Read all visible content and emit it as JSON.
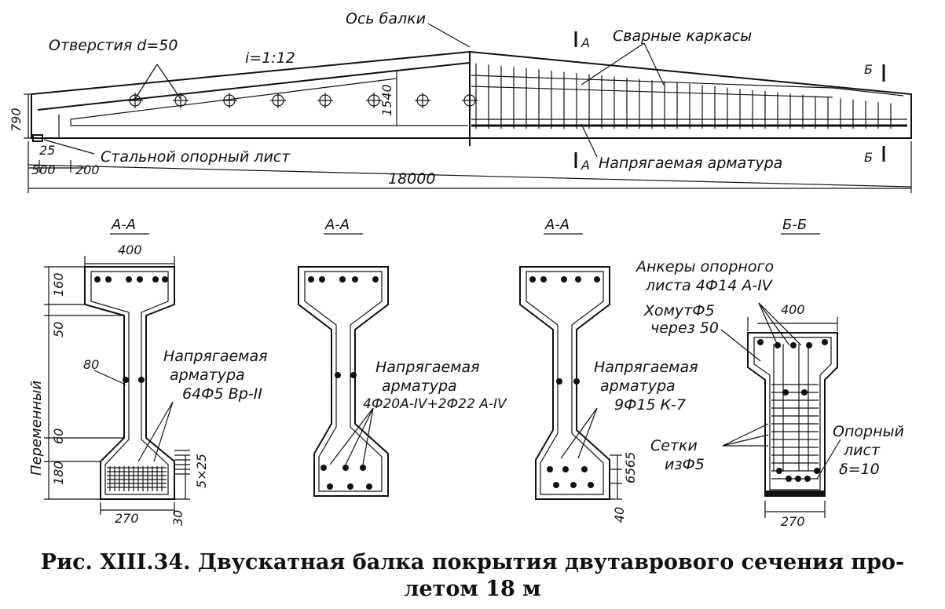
{
  "beam": {
    "axis_label": "Ось балки",
    "holes_label": "Отверстия d=50",
    "slope_label": "i=1:12",
    "welded_frames_label": "Сварные каркасы",
    "support_plate_label": "Стальной опорный лист",
    "prestressed_label": "Напрягаемая арматура",
    "dim_height_end": "790",
    "dim_height_mid": "1540",
    "dim_25": "25",
    "dim_500": "500",
    "dim_200": "200",
    "dim_span": "18000",
    "cut_a_top": "A",
    "cut_a_bottom": "A",
    "cut_b_top": "Б",
    "cut_b_bottom": "Б"
  },
  "sections": {
    "s1": {
      "title": "А-А",
      "width_top": "400",
      "d160": "160",
      "d50": "50",
      "variable": "Переменный",
      "d80": "80",
      "d60": "60",
      "d180": "180",
      "d5x25": "5×25",
      "width_bottom": "270",
      "d30": "30",
      "rebar_label_1": "Напрягаемая",
      "rebar_label_2": "арматура",
      "rebar_label_3": "64Ф5 Вр-II"
    },
    "s2": {
      "title": "А-А",
      "rebar_label_1": "Напрягаемая",
      "rebar_label_2": "арматура",
      "rebar_label_3": "4Ф20А-IV+2Ф22 А-IV"
    },
    "s3": {
      "title": "А-А",
      "rebar_label_1": "Напрягаемая",
      "rebar_label_2": "арматура",
      "rebar_label_3": "9Ф15 К-7",
      "d65a": "65",
      "d65b": "65",
      "d40": "40"
    },
    "s4": {
      "title": "Б-Б",
      "anchors_1": "Анкеры опорного",
      "anchors_2": "листа 4Ф14 А-IV",
      "stirrup_1": "ХомутФ5",
      "stirrup_2": "через 50",
      "width_top": "400",
      "mesh_1": "Сетки",
      "mesh_2": "изФ5",
      "plate_1": "Опорный",
      "plate_2": "лист",
      "plate_3": "δ=10",
      "width_bottom": "270"
    }
  },
  "caption": {
    "line1": "Рис. XIII.34. Двускатная балка покрытия двутаврового сечения про-",
    "line2": "летом 18 м"
  }
}
